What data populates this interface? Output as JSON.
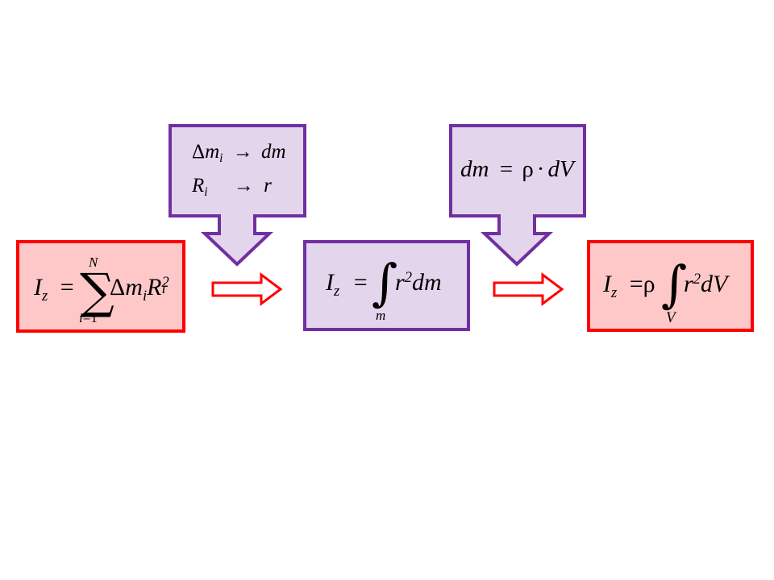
{
  "colors": {
    "red_border": "#ff0000",
    "red_fill": "#ffc8c8",
    "purple_border": "#7030a0",
    "purple_fill": "#e3d5ec"
  },
  "formula1": {
    "I": "I",
    "z_sub": "z",
    "eq": "=",
    "sigma": "∑",
    "upper": "N",
    "lower_i": "i",
    "lower_eq": "=",
    "lower_1": "1",
    "delta": "Δ",
    "m": "m",
    "m_sub": "i",
    "R": "R",
    "R_sub": "i",
    "R_sup": "2"
  },
  "callout1": {
    "line1_delta": "Δ",
    "line1_m": "m",
    "line1_sub": "i",
    "line1_arrow": "→",
    "line1_rhs": "dm",
    "line2_R": "R",
    "line2_sub": "i",
    "line2_arrow": "→",
    "line2_rhs": "r"
  },
  "formula2": {
    "I": "I",
    "z_sub": "z",
    "eq": "=",
    "integral": "∫",
    "lower": "m",
    "r": "r",
    "r_sup": "2",
    "d": "dm"
  },
  "callout2": {
    "dm": "dm",
    "eq": "=",
    "rho": "ρ",
    "dot": "·",
    "dV": "dV"
  },
  "formula3": {
    "I": "I",
    "z_sub": "z",
    "eq": "=",
    "rho": "ρ",
    "integral": "∫",
    "lower": "V",
    "r": "r",
    "r_sup": "2",
    "d": "dV"
  }
}
